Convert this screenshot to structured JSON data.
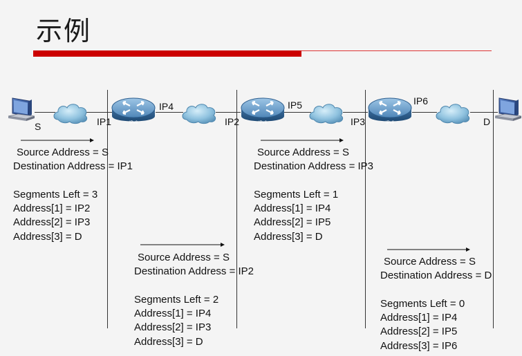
{
  "title": "示例",
  "nodes": {
    "source": "S",
    "dest": "D",
    "r1_addr": "IP1",
    "r1_top": "IP4",
    "r2_addr": "IP2",
    "r2_top": "IP5",
    "r3_addr": "IP3",
    "r3_top": "IP6",
    "router_badge": "IPv6"
  },
  "headers": [
    {
      "src": "Source Address = S",
      "dst": "Destination Address = IP1",
      "seg": "Segments Left = 3",
      "a1": "Address[1] = IP2",
      "a2": "Address[2] = IP3",
      "a3": "Address[3] = D"
    },
    {
      "src": "Source Address = S",
      "dst": "Destination Address = IP2",
      "seg": "Segments Left = 2",
      "a1": "Address[1] = IP4",
      "a2": "Address[2] = IP3",
      "a3": "Address[3] = D"
    },
    {
      "src": "Source Address = S",
      "dst": "Destination Address = IP3",
      "seg": "Segments Left = 1",
      "a1": "Address[1] = IP4",
      "a2": "Address[2] = IP5",
      "a3": "Address[3] = D"
    },
    {
      "src": "Source Address = S",
      "dst": "Destination Address = D",
      "seg": "Segments Left = 0",
      "a1": "Address[1] = IP4",
      "a2": "Address[2] = IP5",
      "a3": "Address[3] = IP6"
    }
  ]
}
